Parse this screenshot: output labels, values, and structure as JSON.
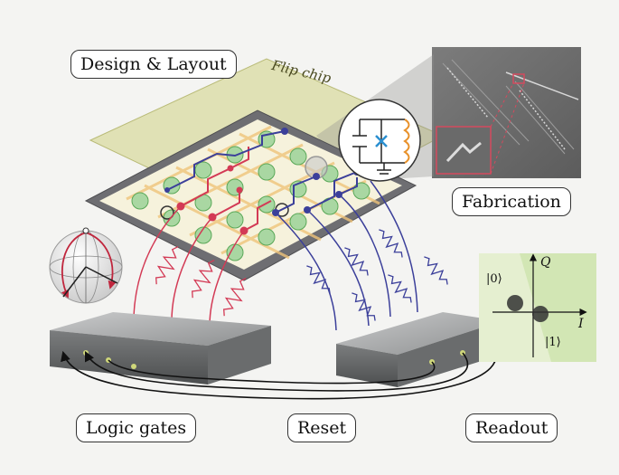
{
  "labels": {
    "design_layout": "Design & Layout",
    "flip_chip": "Flip chip",
    "fabrication": "Fabrication",
    "logic_gates": "Logic gates",
    "reset": "Reset",
    "readout": "Readout"
  },
  "iq_plot": {
    "q_axis": "Q",
    "i_axis": "I",
    "state0": "|0⟩",
    "state1": "|1⟩"
  },
  "colors": {
    "red_line": "#d33a55",
    "blue_line": "#3b3f9a",
    "flip_chip": "#d9dba0",
    "chip_frame": "#6e6e72",
    "box": "#8a8c8c",
    "qubit_green": "#6fbf6b",
    "qubit_yellow": "#e9b24a"
  }
}
